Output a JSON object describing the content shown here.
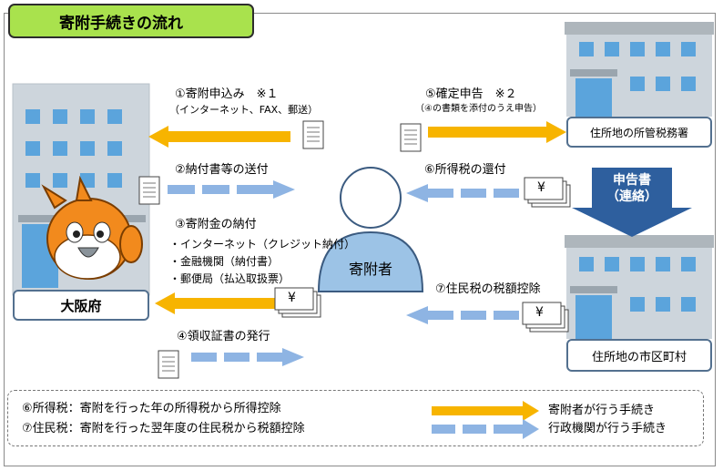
{
  "title": "寄附手続きの流れ",
  "actors": {
    "prefecture": "大阪府",
    "donor": "寄附者",
    "tax_office": "住所地の所管税務署",
    "municipality": "住所地の市区町村"
  },
  "steps": {
    "s1": "①寄附申込み　※１",
    "s1_sub": "（インターネット、FAX、郵送）",
    "s2": "②納付書等の送付",
    "s3": "③寄附金の納付",
    "s3_items": [
      "・インターネット（クレジット納付）",
      "・金融機関（納付書）",
      "・郵便局（払込取扱票）"
    ],
    "s4": "④領収証書の発行",
    "s5": "⑤確定申告　※２",
    "s5_sub": "（④の書類を添付のうえ申告）",
    "s6": "⑥所得税の還付",
    "s7": "⑦住民税の税額控除"
  },
  "report": {
    "line1": "申告書",
    "line2": "（連絡）"
  },
  "yen": "¥",
  "legend": {
    "note6": "⑥所得税：寄附を行った年の所得税から所得控除",
    "note7": "⑦住民税：寄附を行った翌年度の住民税から税額控除",
    "solid": "寄附者が行う手続き",
    "dashed": "行政機関が行う手続き"
  },
  "colors": {
    "solid_arrow": "#f7b400",
    "dashed_arrow": "#8eb4e3",
    "title_bg": "#a9e24d",
    "donor_fill": "#9cc3e6",
    "report_arrow": "#2e5f9e"
  }
}
